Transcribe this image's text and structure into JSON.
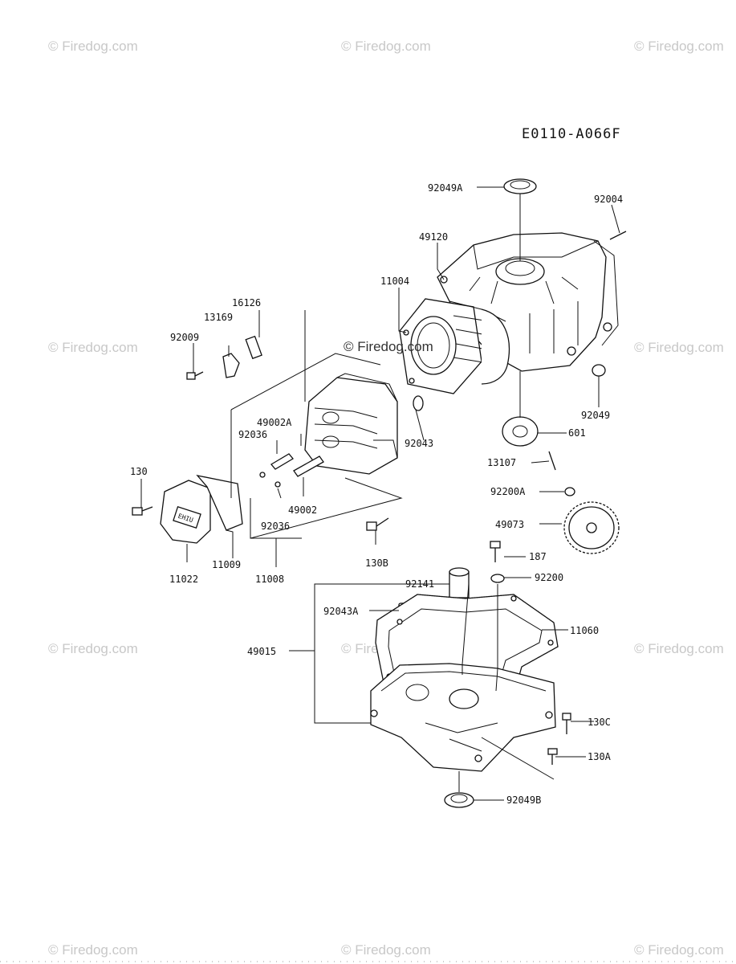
{
  "diagram_code": "E0110-A066F",
  "watermark": "© Firedog.com",
  "center_watermark": "© Firedog.com",
  "parts": {
    "p92049A": "92049A",
    "p92004": "92004",
    "p49120": "49120",
    "p11004": "11004",
    "p16126": "16126",
    "p13169": "13169",
    "p92009": "92009",
    "p92049": "92049",
    "p49002A": "49002A",
    "p92036a": "92036",
    "p92043": "92043",
    "p601": "601",
    "p130": "130",
    "p13107": "13107",
    "p92200A": "92200A",
    "p49002": "49002",
    "p92036b": "92036",
    "p49073": "49073",
    "p130B": "130B",
    "p187": "187",
    "p11009": "11009",
    "p11022": "11022",
    "p11008": "11008",
    "p92141": "92141",
    "p92200": "92200",
    "p92043A": "92043A",
    "p11060": "11060",
    "p49015": "49015",
    "p130C": "130C",
    "p130A": "130A",
    "p92049B": "92049B"
  }
}
